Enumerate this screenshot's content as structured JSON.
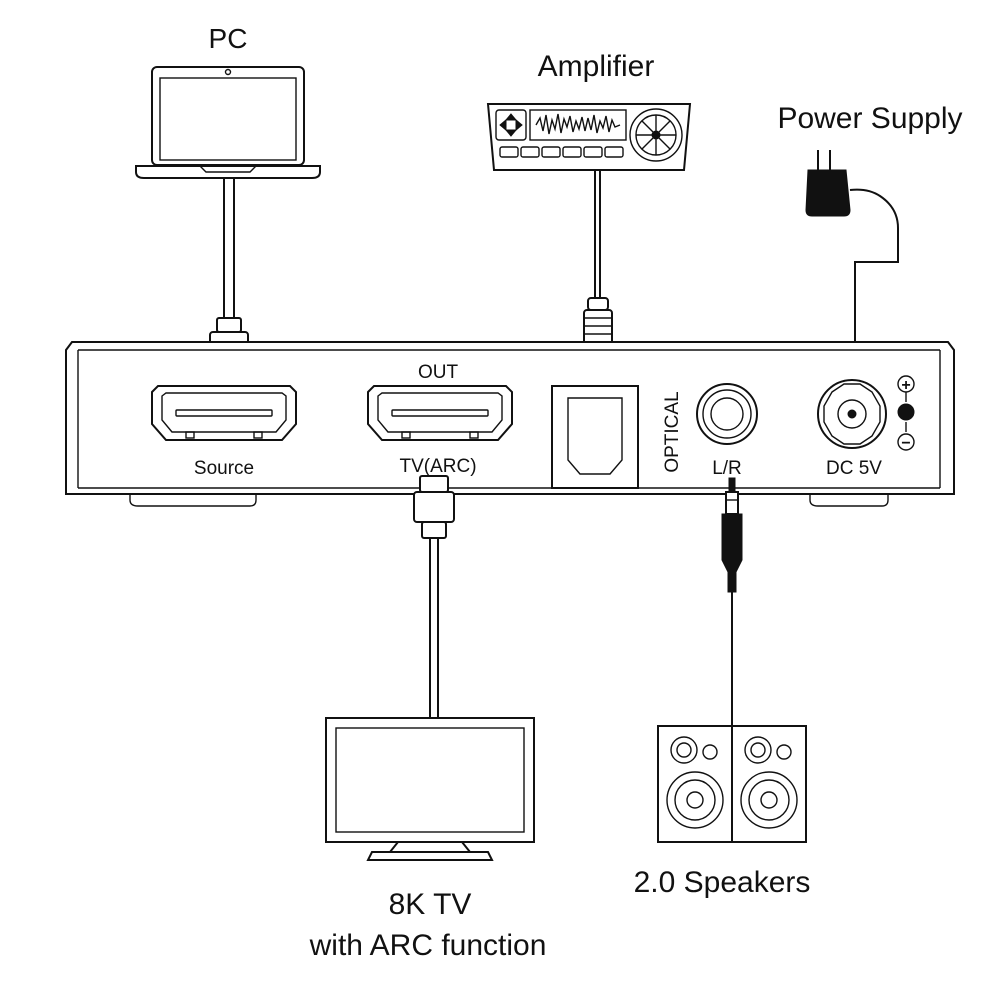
{
  "devices": {
    "pc": {
      "label": "PC",
      "icon": "laptop-icon"
    },
    "amplifier": {
      "label": "Amplifier",
      "icon": "amplifier-icon"
    },
    "power_supply": {
      "label": "Power Supply",
      "icon": "power-adapter-icon"
    },
    "tv": {
      "label_line1": "8K TV",
      "label_line2": "with ARC function",
      "icon": "tv-icon"
    },
    "speakers": {
      "label": "2.0 Speakers",
      "icon": "speakers-icon"
    }
  },
  "unit": {
    "ports": {
      "source": "Source",
      "out_top": "OUT",
      "out_bottom": "TV(ARC)",
      "optical": "OPTICAL",
      "lr": "L/R",
      "dc": "DC 5V"
    },
    "polarity": {
      "plus": "+",
      "minus": "−"
    }
  }
}
